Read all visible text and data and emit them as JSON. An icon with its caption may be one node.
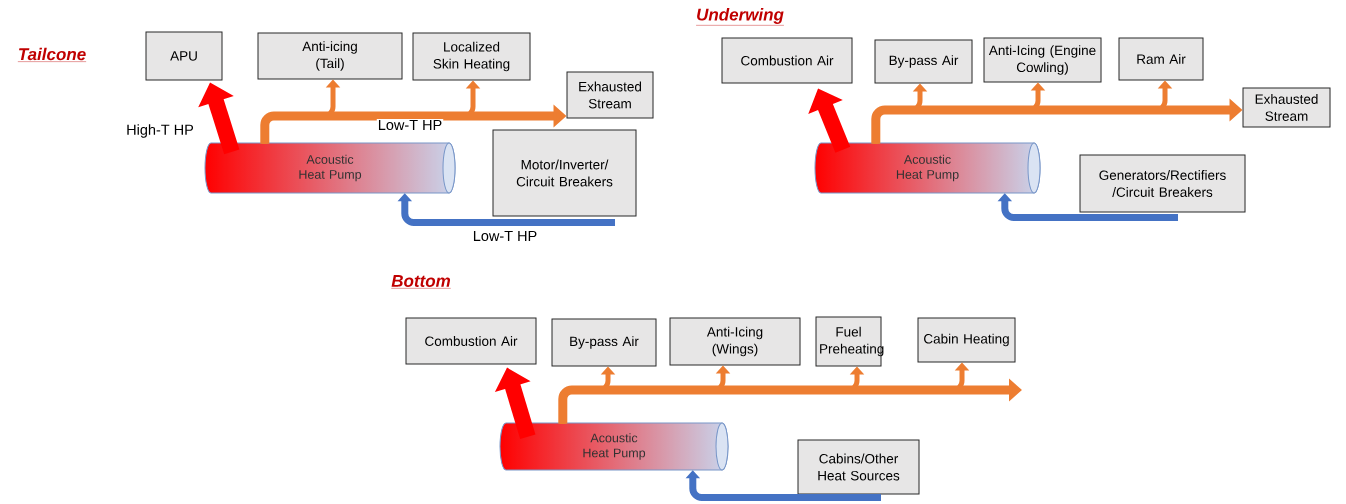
{
  "diagram": {
    "nodes": [
      {
        "text": [
          "APU"
        ]
      },
      {
        "text": [
          "Anti-icing (Tail)"
        ]
      },
      {
        "text": [
          "Localized Skin Heating"
        ]
      },
      {
        "text": [
          "Exhausted Stream"
        ]
      },
      {
        "text": [
          "Acoustic Heat Pump"
        ]
      },
      {
        "text": [
          "Motor/Inverter/ Circuit Breakers"
        ]
      },
      {
        "text": [
          "Combustion Air"
        ]
      },
      {
        "text": [
          "By-pass Air"
        ]
      },
      {
        "text": [
          "Anti-Icing (Engine Cowling)"
        ]
      },
      {
        "text": [
          "Ram Air"
        ]
      },
      {
        "text": [
          "Exhausted Stream"
        ]
      },
      {
        "text": [
          "Acoustic Heat Pump"
        ]
      },
      {
        "text": [
          "Generators/Rectifiers /Circuit Breakers"
        ]
      },
      {
        "text": [
          "Combustion Air"
        ]
      },
      {
        "text": [
          "By-pass Air"
        ]
      },
      {
        "text": [
          "Anti-Icing (Wings)"
        ]
      },
      {
        "text": [
          "Fuel Preheating"
        ]
      },
      {
        "text": [
          "Cabin Heating"
        ]
      },
      {
        "text": [
          "Acoustic Heat Pump"
        ]
      },
      {
        "text": [
          "Cabins/Other Heat Sources"
        ]
      }
    ],
    "edges": [
      {
        "from": 4,
        "to": 0,
        "arrow": "to",
        "label": "High-T HP",
        "style": "thick",
        "color": "#ff0000"
      },
      {
        "from": 4,
        "to": 1,
        "arrow": "to"
      },
      {
        "from": 4,
        "to": 2,
        "arrow": "to"
      },
      {
        "from": 4,
        "to": 3,
        "arrow": "to",
        "label": "Low-T HP",
        "style": "thick"
      },
      {
        "from": 5,
        "to": 4,
        "arrow": "to",
        "label": "Low-T HP",
        "color": "#4472c4"
      },
      {
        "from": 11,
        "to": 6,
        "arrow": "to",
        "style": "thick",
        "color": "#ff0000"
      },
      {
        "from": 11,
        "to": 7,
        "arrow": "to"
      },
      {
        "from": 11,
        "to": 8,
        "arrow": "to"
      },
      {
        "from": 11,
        "to": 9,
        "arrow": "to"
      },
      {
        "from": 11,
        "to": 10,
        "arrow": "to",
        "style": "thick"
      },
      {
        "from": 12,
        "to": 11,
        "arrow": "to",
        "color": "#4472c4"
      },
      {
        "from": 18,
        "to": 13,
        "arrow": "to",
        "style": "thick",
        "color": "#ff0000"
      },
      {
        "from": 18,
        "to": 14,
        "arrow": "to"
      },
      {
        "from": 18,
        "to": 15,
        "arrow": "to"
      },
      {
        "from": 18,
        "to": 16,
        "arrow": "to"
      },
      {
        "from": 18,
        "to": 17,
        "arrow": "to"
      },
      {
        "from": 18,
        "to": null,
        "arrow": "to",
        "style": "thick"
      },
      {
        "from": 19,
        "to": 18,
        "arrow": "to",
        "color": "#4472c4"
      }
    ],
    "labels": [
      "Tailcone",
      "Underwing",
      "Bottom"
    ]
  }
}
